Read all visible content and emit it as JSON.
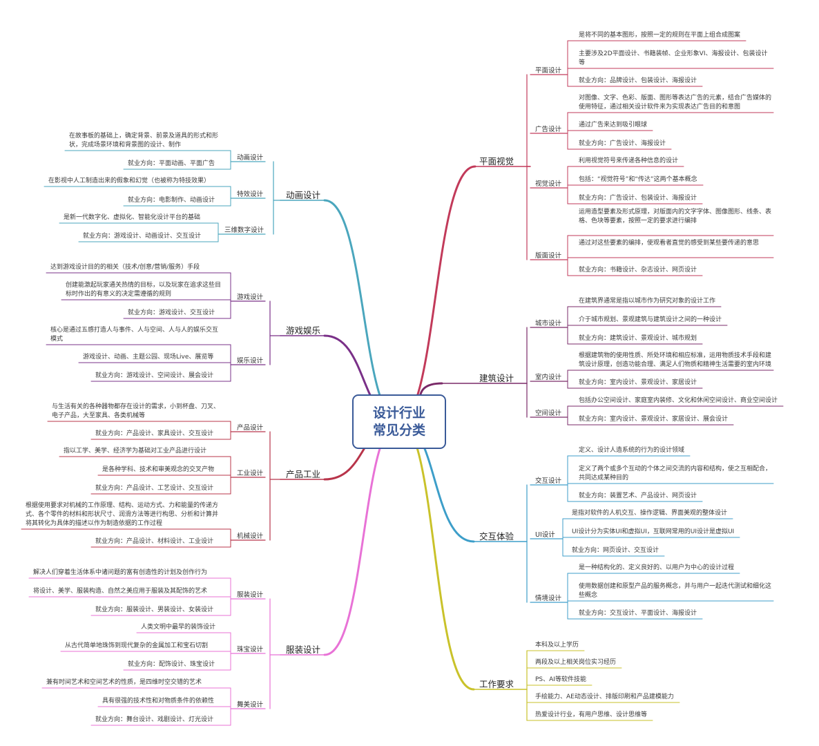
{
  "center": "设计行业\n常见分类",
  "branches": [
    {
      "label": "平面视觉",
      "color": "#c23a5a",
      "subs": [
        {
          "label": "平面设计",
          "leaves": [
            "是将不同的基本图形，按照一定的规则在平面上组合成图案",
            "主要涉及2D平面设计、书籍装帧、企业形象VI、海报设计、包装设计等",
            "就业方向：品牌设计、包装设计、海报设计"
          ]
        },
        {
          "label": "广告设计",
          "leaves": [
            "对图像、文字、色彩、版面、图形等表达广告的元素，结合广告媒体的使用特征，通过相关设计软件来为实现表达广告目的和意图",
            "通过广告来达到吸引眼球",
            "就业方向：广告设计、海报设计"
          ]
        },
        {
          "label": "视觉设计",
          "leaves": [
            "利用视觉符号来传递各种信息的设计",
            "包括：“视觉符号”和“传达”这两个基本概念",
            "就业方向：广告设计、包装设计、海报设计"
          ]
        },
        {
          "label": "版面设计",
          "leaves": [
            "运用造型要素及形式原理，对版面内的文字字体、图像图形、线条、表格、色块等要素，按照一定的要求进行编排",
            "通过对这些要素的编排，使观看者直觉的感受到某些要传递的意思",
            "就业方向：书籍设计、杂志设计、网页设计"
          ]
        }
      ]
    },
    {
      "label": "建筑设计",
      "color": "#7a2a68",
      "subs": [
        {
          "label": "城市设计",
          "leaves": [
            "在建筑界通常是指以城市作为研究对象的设计工作",
            "介于城市规划、景观建筑与建筑设计之间的一种设计",
            "就业方向：建筑设计、景观设计、城市规划"
          ]
        },
        {
          "label": "室内设计",
          "leaves": [
            "根据建筑物的使用性质、所处环境和相应标准，运用物质技术手段和建筑设计原理，创造功能合理、满足人们物质和精神生活需要的室内环境",
            "就业方向：室内设计、景观设计、家居设计"
          ]
        },
        {
          "label": "空间设计",
          "leaves": [
            "包括办公空间设计、家庭室内装修、文化和休闲空间设计、商业空间设计",
            "就业方向：室内设计、景观设计、家居设计、展会设计"
          ]
        }
      ]
    },
    {
      "label": "交互体验",
      "color": "#3d9ec9",
      "subs": [
        {
          "label": "交互设计",
          "leaves": [
            "定义、设计人造系统的行为的设计领域",
            "定义了两个或多个互动的个体之间交流的内容和结构，使之互相配合，共同达成某种目的",
            "就业方向：装置艺术、产品设计、网页设计"
          ]
        },
        {
          "label": "UI设计",
          "leaves": [
            "是指对软件的人机交互、操作逻辑、界面美观的整体设计",
            "UI设计分为实体UI和虚拟UI，互联网常用的UI设计是虚拟UI",
            "就业方向：网页设计、交互设计"
          ]
        },
        {
          "label": "情境设计",
          "leaves": [
            "是一种结构化的、定义良好的、以用户为中心的设计过程",
            "使用数据创建和原型产品的服务概念，并与用户一起迭代测试和细化这些概念",
            "就业方向：交互设计、平面设计、海报设计"
          ]
        }
      ]
    },
    {
      "label": "工作要求",
      "color": "#c9c22a",
      "subs": [],
      "leaves": [
        "本科及以上学历",
        "两段及以上相关岗位实习经历",
        "PS、AI等软件技能",
        "手绘能力、AE动态设计、排版印刷和产品建模能力",
        "热爱设计行业，有用户思维、设计思维等"
      ]
    },
    {
      "label": "动画设计",
      "color": "#4aa6bd",
      "subs": [
        {
          "label": "动画设计",
          "leaves": [
            "在故事板的基础上，确定背景、前景及道具的形式和形状，完成场景环境和背景图的设计、制作",
            "就业方向：平面动画、平面广告"
          ]
        },
        {
          "label": "特效设计",
          "leaves": [
            "在影视中人工制造出来的假象和幻觉（也被称为特技效果）",
            "就业方向：电影制作、动画设计"
          ]
        },
        {
          "label": "三维数字设计",
          "leaves": [
            "是新一代数字化、虚拟化、智能化设计平台的基础",
            "就业方向：游戏设计、动画设计、交互设计"
          ]
        }
      ]
    },
    {
      "label": "游戏娱乐",
      "color": "#7a3088",
      "subs": [
        {
          "label": "游戏设计",
          "leaves": [
            "达到游戏设计目的的相关（技术/创意/营销/服务）手段",
            "创建能激起玩家通关热情的目标，以及玩家在追求这些目标时作出的有意义的决定需遵循的规则",
            "就业方向：游戏设计、交互设计"
          ]
        },
        {
          "label": "娱乐设计",
          "leaves": [
            "核心是通过五感打造人与事件、人与空间、人与人的娱乐交互模式",
            "游戏设计、动画、主题公园、现场Live、展览等",
            "就业方向：游戏设计、空间设计、展会设计"
          ]
        }
      ]
    },
    {
      "label": "产品工业",
      "color": "#b8344a",
      "subs": [
        {
          "label": "产品设计",
          "leaves": [
            "与生活有关的各种器物都存在设计的需求，小到杯盘、刀叉、电子产品，大至家具、各类机械等",
            "就业方向：产品设计、家具设计、交互设计"
          ]
        },
        {
          "label": "工业设计",
          "leaves": [
            "指以工学、美学、经济学为基础对工业产品进行设计",
            "是各种学科、技术和审美观念的交叉产物",
            "就业方向：产品设计、工艺设计、交互设计"
          ]
        },
        {
          "label": "机械设计",
          "leaves": [
            "根据使用要求对机械的工作原理、结构、运动方式、力和能量的传递方式、各个零件的材料和形状尺寸、润滑方法等进行构思、分析和计算并将其转化为具体的描述以作为制造依据的工作过程",
            "就业方向：产品设计、材料设计、工业设计"
          ]
        }
      ]
    },
    {
      "label": "服装设计",
      "color": "#e872d6",
      "subs": [
        {
          "label": "服装设计",
          "leaves": [
            "解决人们穿着生活体系中诸问题的富有创造性的计划及创作行为",
            "将设计、美学、服装构造、自然之美应用于服装及其配饰的艺术",
            "就业方向：服装设计、男装设计、女装设计"
          ]
        },
        {
          "label": "珠宝设计",
          "leaves": [
            "人类文明中最早的装饰设计",
            "从古代简单地珠饰到现代复杂的金属加工和宝石切割",
            "就业方向：配饰设计、珠宝设计"
          ]
        },
        {
          "label": "舞美设计",
          "leaves": [
            "兼有时间艺术和空间艺术的性质，是四维时空交错的艺术",
            "具有很强的技术性和对物质条件的依赖性",
            "就业方向：舞台设计、戏剧设计、灯光设计"
          ]
        }
      ]
    }
  ]
}
